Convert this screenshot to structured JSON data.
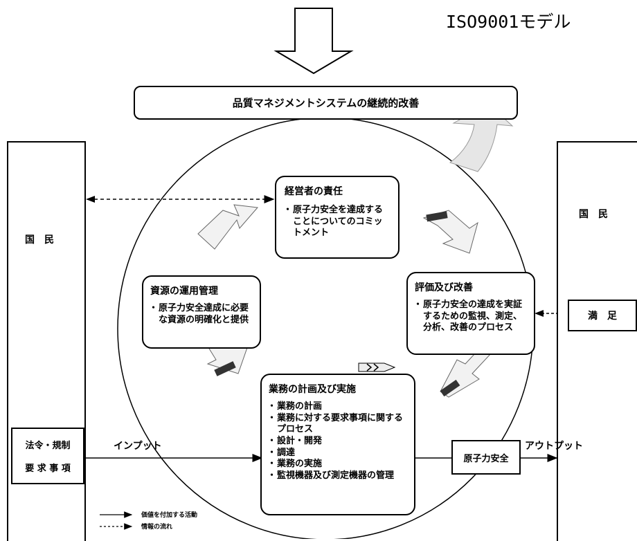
{
  "model_label": "ISO9001モデル",
  "improvement": {
    "label": "品質マネジメントシステムの継続的改善"
  },
  "management": {
    "title": "経営者の責任",
    "items": [
      "原子力安全を達成することについてのコミットメント"
    ]
  },
  "resources": {
    "title": "資源の運用管理",
    "items": [
      "原子力安全達成に必要な資源の明確化と提供"
    ]
  },
  "evaluation": {
    "title": "評価及び改善",
    "items": [
      "原子力安全の達成を実証するための監視、測定、分析、改善のプロセス"
    ]
  },
  "operations": {
    "title": "業務の計画及び実施",
    "items": [
      "業務の計画",
      "業務に対する要求事項に関するプロセス",
      "設計・開発",
      "調達",
      "業務の実施",
      "監視機器及び測定機器の管理"
    ]
  },
  "left_panel": {
    "label": "国　民"
  },
  "right_panel": {
    "label": "国　民",
    "satisfaction": "満　足"
  },
  "requirements": {
    "line1": "法令・規制",
    "line2": "要 求 事 項"
  },
  "input_label": "インプット",
  "output_label": "アウトプット",
  "safety_label": "原子力安全",
  "legend": {
    "solid": "価値を付加する活動",
    "dashed": "情報の流れ"
  }
}
